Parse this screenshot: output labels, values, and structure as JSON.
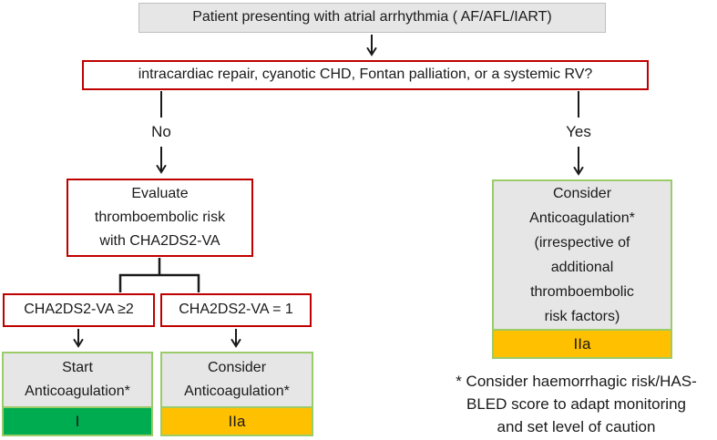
{
  "nodes": {
    "patient": {
      "label": "Patient presenting with atrial arrhythmia ( AF/AFL/IART)"
    },
    "question": {
      "label": "intracardiac repair, cyanotic CHD, Fontan palliation, or a systemic RV?"
    },
    "evaluate": {
      "lines": [
        "Evaluate",
        "thromboembolic risk",
        "with CHA2DS2-VA"
      ]
    },
    "crit_high": {
      "label": "CHA2DS2-VA ≥2"
    },
    "crit_one": {
      "label": "CHA2DS2-VA = 1"
    },
    "start_anticoag": {
      "lines": [
        "Start",
        "Anticoagulation*"
      ],
      "class_label": "I"
    },
    "consider_anticoag": {
      "lines": [
        "Consider",
        "Anticoagulation*"
      ],
      "class_label": "IIa"
    },
    "consider_anticoag_yes": {
      "lines": [
        "Consider",
        "Anticoagulation*",
        "(irrespective of",
        "additional",
        "thromboembolic",
        "risk factors)"
      ],
      "class_label": "IIa"
    }
  },
  "branch_labels": {
    "no": "No",
    "yes": "Yes"
  },
  "footnote": {
    "lines": [
      "* Consider haemorrhagic risk/HAS-",
      "BLED score to adapt monitoring",
      "and set level of caution"
    ]
  },
  "colors": {
    "class_i_green": "#00ac50",
    "class_iia_amber": "#ffc000",
    "grey_box_fill": "#e7e6e6",
    "red_border": "#c00000",
    "green_card_border": "#9ccb6a",
    "connector_black": "#1a1a1a"
  }
}
